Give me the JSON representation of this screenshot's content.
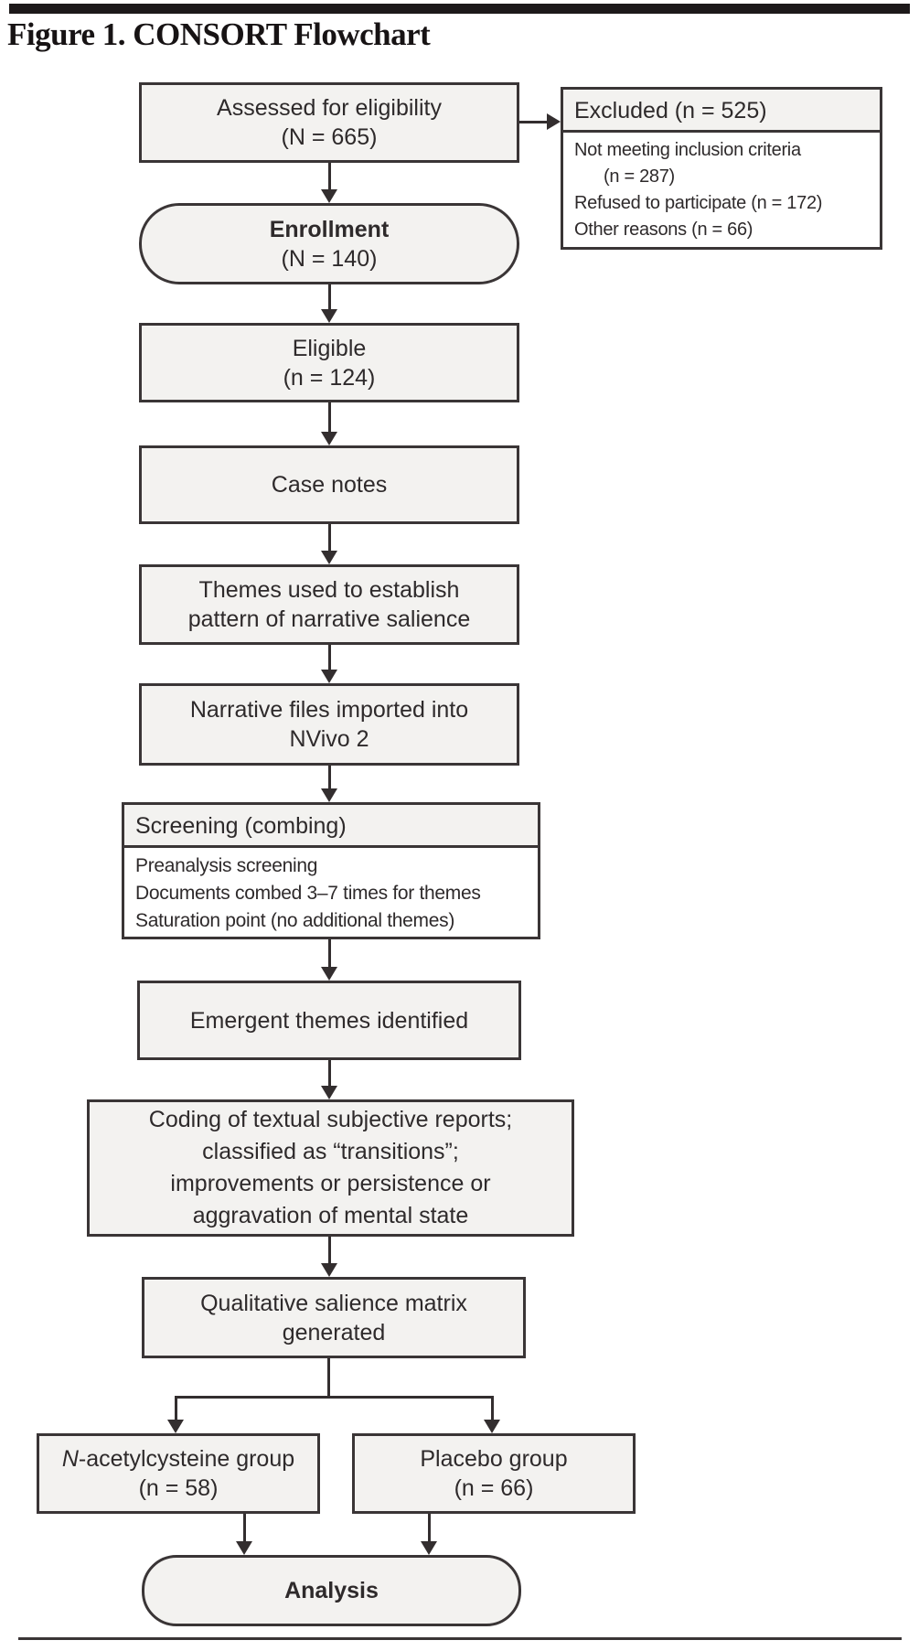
{
  "figure": {
    "title": "Figure 1. CONSORT Flowchart"
  },
  "nodes": {
    "assessed": {
      "line1": "Assessed for eligibility",
      "line2": "(N = 665)"
    },
    "excluded": {
      "header": "Excluded (n = 525)",
      "line1": "Not meeting inclusion criteria",
      "line2": "(n = 287)",
      "line3": "Refused to participate (n = 172)",
      "line4": "Other reasons (n = 66)"
    },
    "enrollment": {
      "line1": "Enrollment",
      "line2": "(N = 140)"
    },
    "eligible": {
      "line1": "Eligible",
      "line2": "(n = 124)"
    },
    "case_notes": {
      "line1": "Case notes"
    },
    "themes": {
      "line1": "Themes used to establish",
      "line2": "pattern of narrative salience"
    },
    "narrative": {
      "line1": "Narrative files imported into",
      "line2": "NVivo 2"
    },
    "screening": {
      "header": "Screening (combing)",
      "line1": "Preanalysis screening",
      "line2": "Documents combed 3–7 times for themes",
      "line3": "Saturation point (no additional themes)"
    },
    "emergent": {
      "line1": "Emergent themes identified"
    },
    "coding": {
      "line1": "Coding of textual subjective reports;",
      "line2": "classified as “transitions”;",
      "line3": "improvements or persistence or",
      "line4": "aggravation of mental state"
    },
    "qualitative": {
      "line1": "Qualitative salience matrix",
      "line2": "generated"
    },
    "nac_group": {
      "italic": "N",
      "rest": "-acetylcysteine group",
      "line2": "(n = 58)"
    },
    "placebo_group": {
      "line1": "Placebo group",
      "line2": "(n = 66)"
    },
    "analysis": {
      "line1": "Analysis"
    }
  },
  "colors": {
    "box_fill": "#f3f2f0",
    "box_border": "#3a3536",
    "line": "#332e2f",
    "text": "#2e2a2b",
    "top_bar": "#1d191a"
  }
}
